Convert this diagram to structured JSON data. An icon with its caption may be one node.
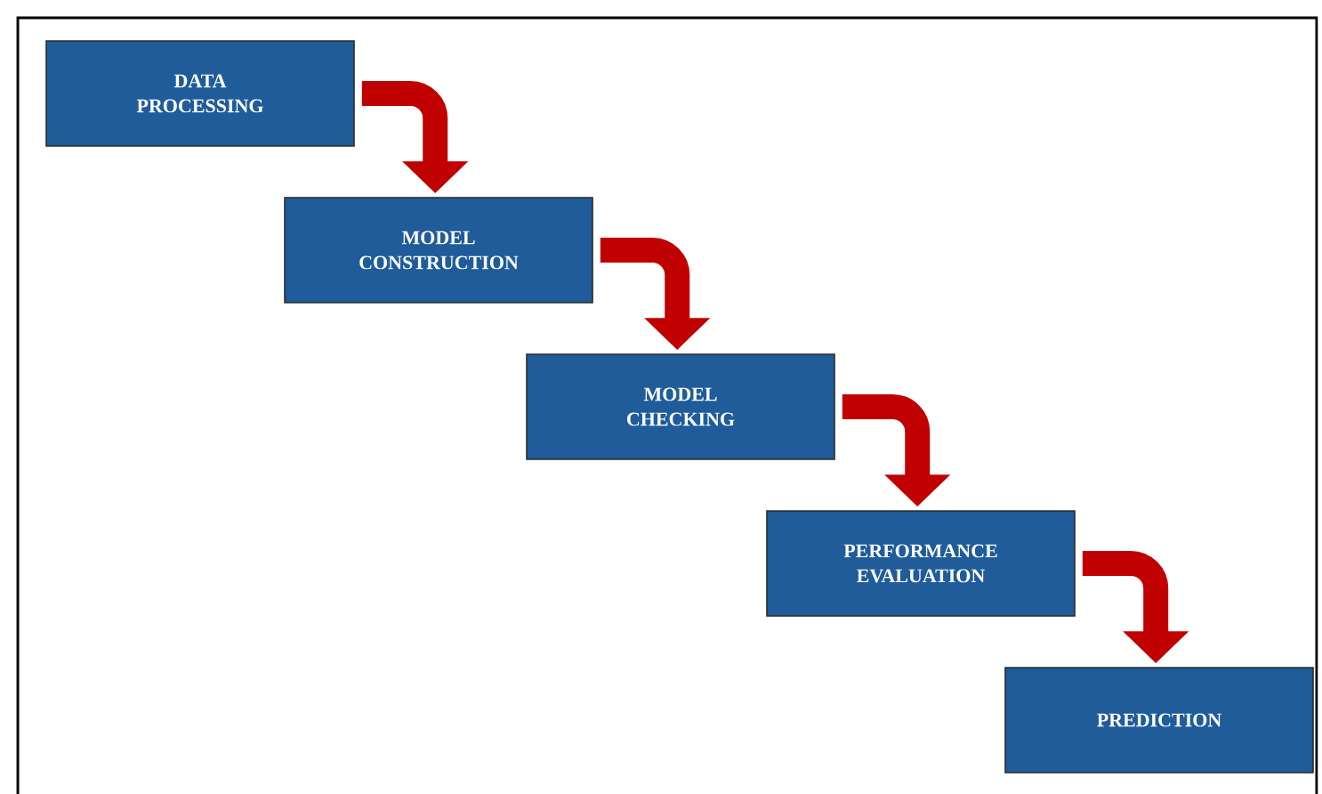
{
  "diagram": {
    "nodes": [
      {
        "text": [
          "DATA PROCESSING"
        ]
      },
      {
        "text": [
          "MODEL CONSTRUCTION"
        ]
      },
      {
        "text": [
          "MODEL CHECKING"
        ]
      },
      {
        "text": [
          "PERFORMANCE EVALUATION"
        ]
      },
      {
        "text": [
          "PREDICTION"
        ]
      }
    ],
    "edges": [
      {
        "from": 0,
        "to": 1,
        "arrow": "to"
      },
      {
        "from": 1,
        "to": 2,
        "arrow": "to"
      },
      {
        "from": 2,
        "to": 3,
        "arrow": "to"
      },
      {
        "from": 3,
        "to": 4,
        "arrow": "to"
      }
    ]
  }
}
